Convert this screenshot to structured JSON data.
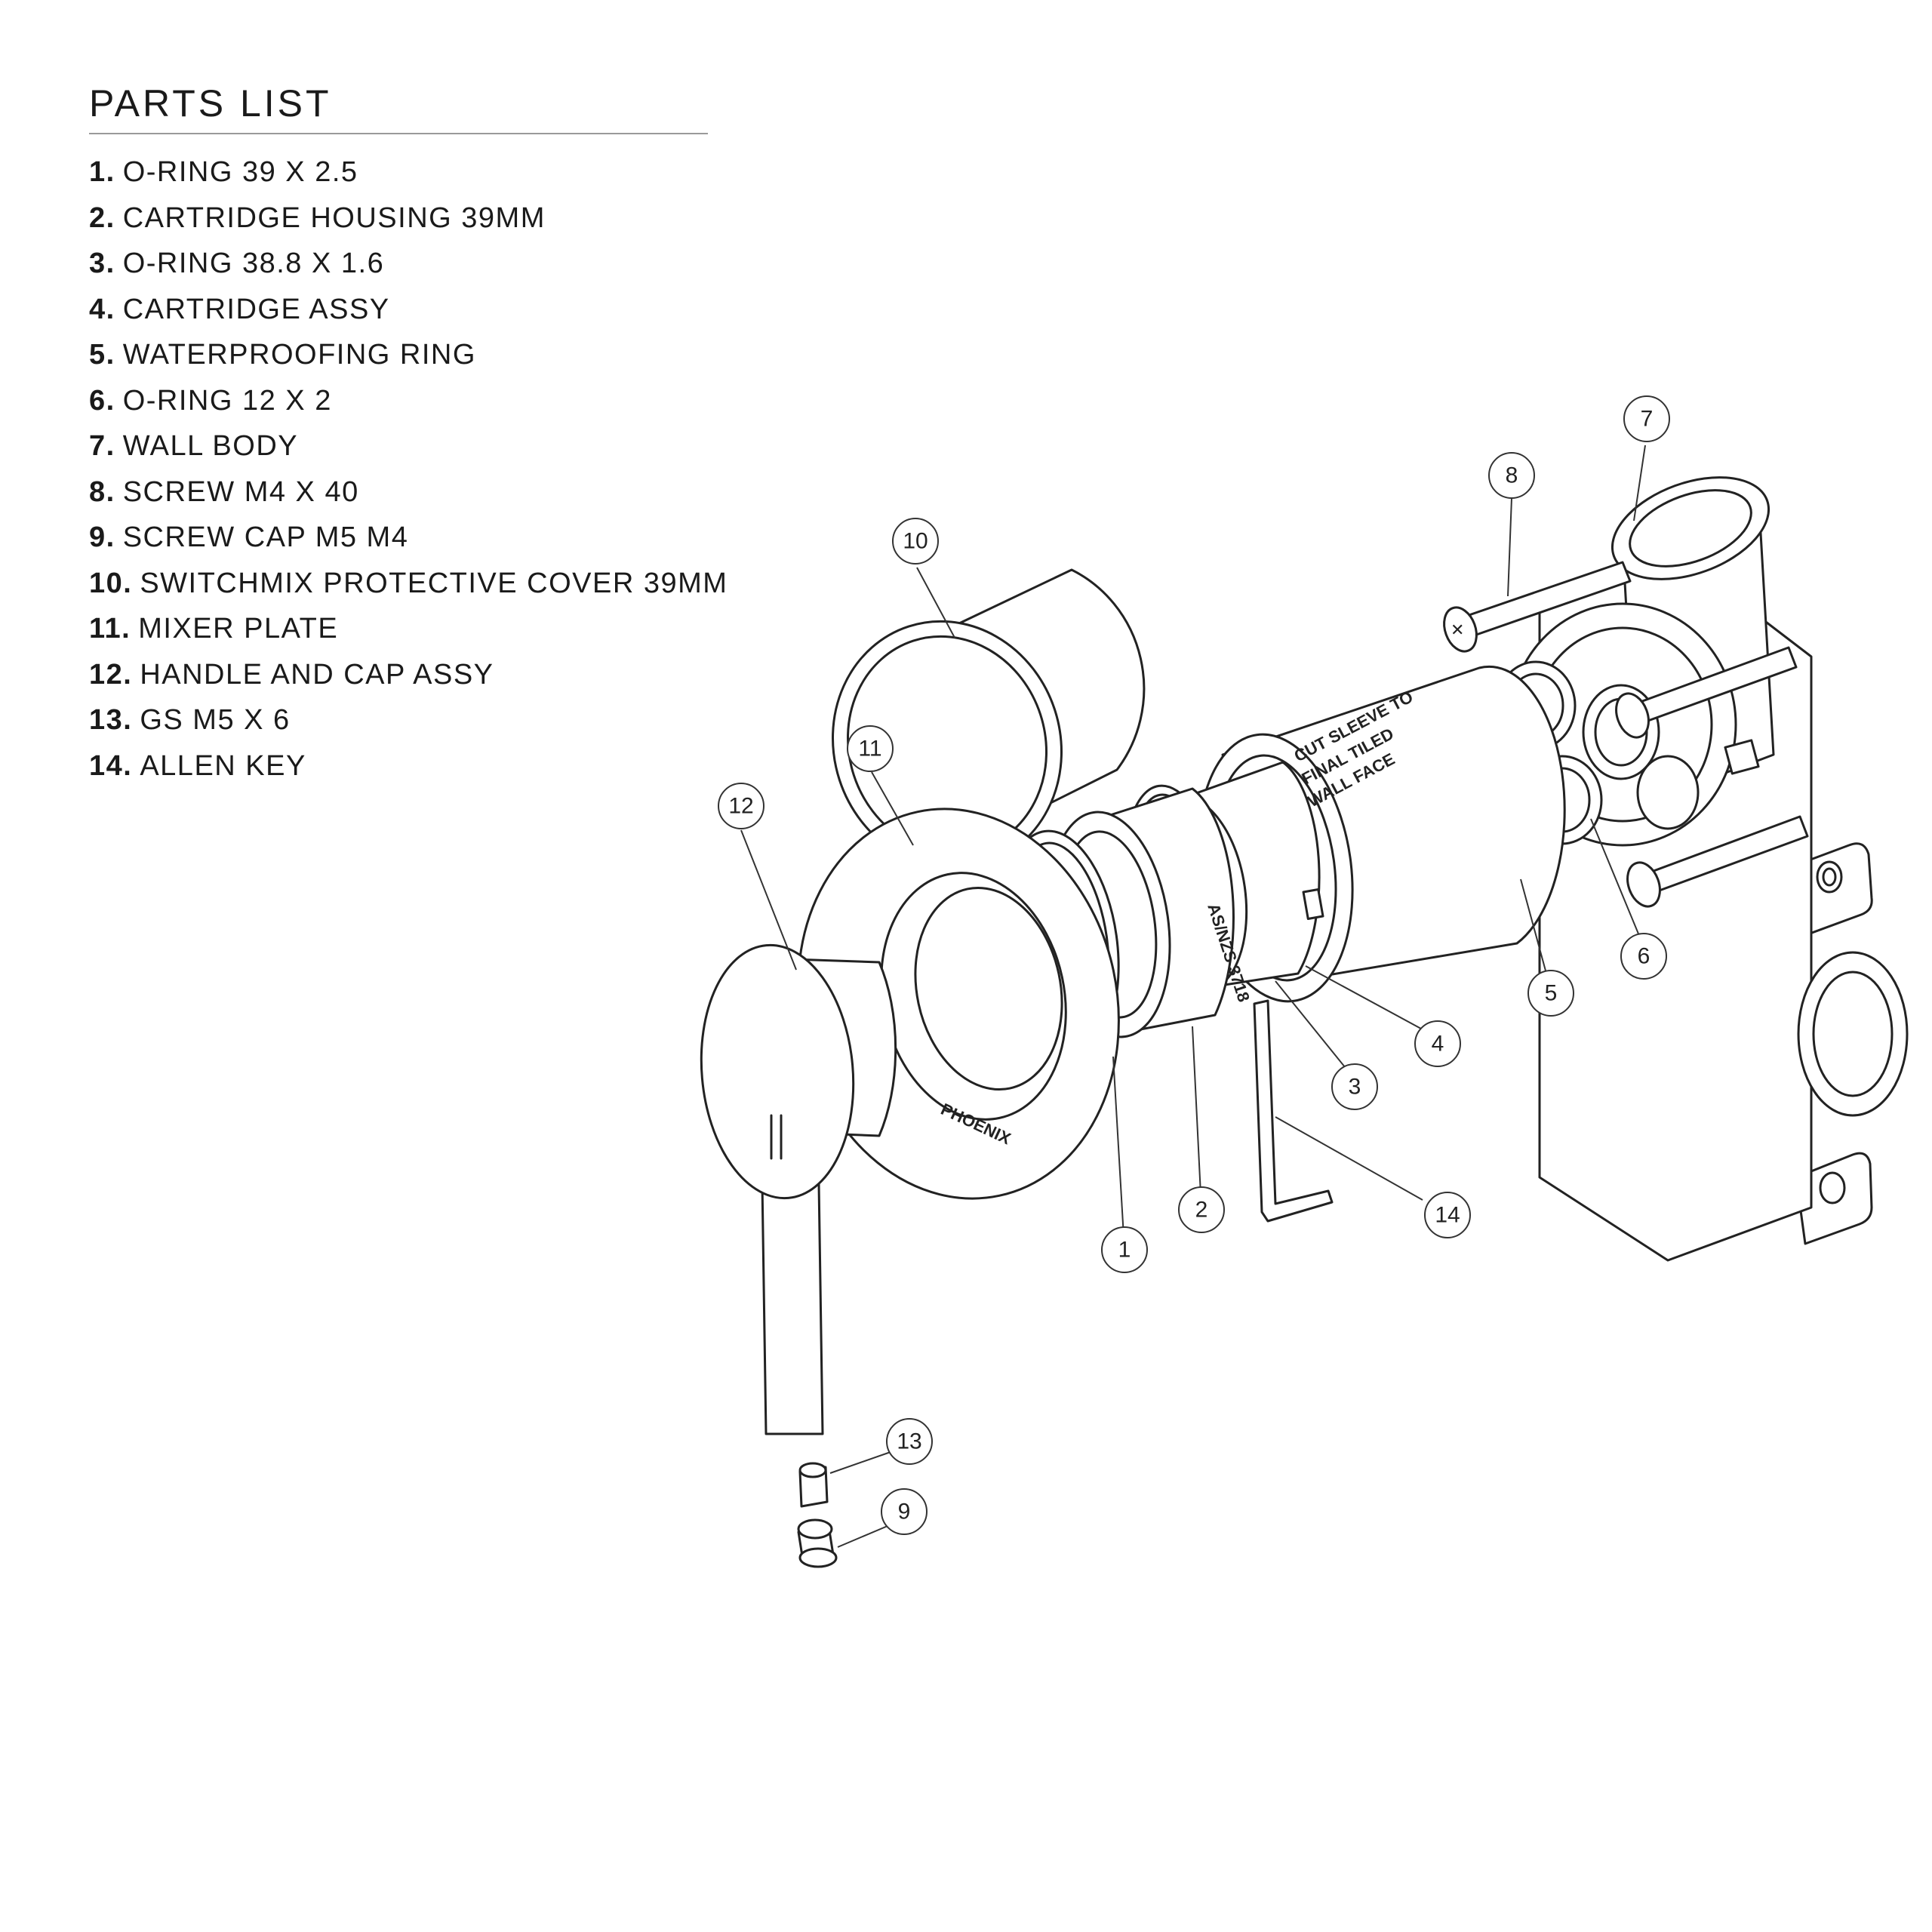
{
  "title": "PARTS LIST",
  "parts": [
    {
      "num": "1.",
      "label": "O-RING 39 X 2.5"
    },
    {
      "num": "2.",
      "label": "CARTRIDGE HOUSING 39MM"
    },
    {
      "num": "3.",
      "label": "O-RING 38.8 X 1.6"
    },
    {
      "num": "4.",
      "label": "CARTRIDGE ASSY"
    },
    {
      "num": "5.",
      "label": "WATERPROOFING RING"
    },
    {
      "num": "6.",
      "label": "O-RING 12 X 2"
    },
    {
      "num": "7.",
      "label": "WALL BODY"
    },
    {
      "num": "8.",
      "label": "SCREW M4 X 40"
    },
    {
      "num": "9.",
      "label": "SCREW CAP M5 M4"
    },
    {
      "num": "10.",
      "label": "SWITCHMIX PROTECTIVE COVER 39MM"
    },
    {
      "num": "11.",
      "label": "MIXER PLATE"
    },
    {
      "num": "12.",
      "label": "HANDLE AND CAP ASSY"
    },
    {
      "num": "13.",
      "label": "GS M5 X 6"
    },
    {
      "num": "14.",
      "label": "ALLEN KEY"
    }
  ],
  "callouts": [
    "1",
    "2",
    "3",
    "4",
    "5",
    "6",
    "7",
    "8",
    "9",
    "10",
    "11",
    "12",
    "13",
    "14"
  ],
  "part_text": {
    "plate_brand": "PHOENIX",
    "housing_mark": "AS/NZS 3718",
    "sleeve_line1": "CUT SLEEVE TO",
    "sleeve_line2": "FINAL TILED",
    "sleeve_line3": "WALL FACE"
  }
}
